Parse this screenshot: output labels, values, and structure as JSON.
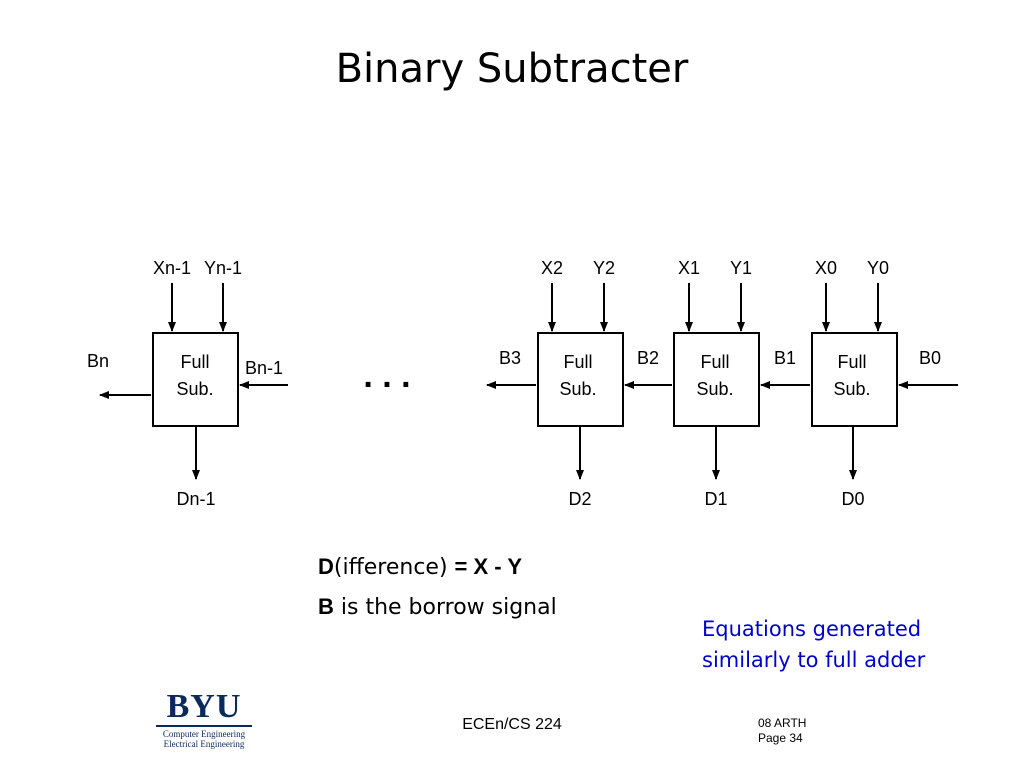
{
  "slide": {
    "title": "Binary Subtracter",
    "ellipsis": ". . .",
    "blocks": [
      {
        "label_line1": "Full",
        "label_line2": "Sub.",
        "x_in": "Xn-1",
        "y_in": "Yn-1",
        "borrow_out": "Bn",
        "borrow_in": "Bn-1",
        "diff_out": "Dn-1"
      },
      {
        "label_line1": "Full",
        "label_line2": "Sub.",
        "x_in": "X2",
        "y_in": "Y2",
        "borrow_out": "B3",
        "borrow_in": "",
        "diff_out": "D2"
      },
      {
        "label_line1": "Full",
        "label_line2": "Sub.",
        "x_in": "X1",
        "y_in": "Y1",
        "borrow_out": "B2",
        "borrow_in": "",
        "diff_out": "D1"
      },
      {
        "label_line1": "Full",
        "label_line2": "Sub.",
        "x_in": "X0",
        "y_in": "Y0",
        "borrow_out": "B1",
        "borrow_in": "B0",
        "diff_out": "D0"
      }
    ],
    "equation1": {
      "bold_a": "D",
      "text_a": "(ifference) ",
      "bold_b": "= X - Y"
    },
    "equation2": {
      "bold_a": "B",
      "text_a": " is the borrow signal"
    },
    "note": {
      "line1": "Equations generated",
      "line2": "similarly to full adder",
      "color": "#0000cc"
    }
  },
  "footer": {
    "logo": {
      "mark": "BYU",
      "line1": "Computer Engineering",
      "line2": "Electrical Engineering",
      "color": "#0b2a5c"
    },
    "course": "ECEn/CS 224",
    "section": "08 ARTH",
    "page": "Page 34"
  }
}
